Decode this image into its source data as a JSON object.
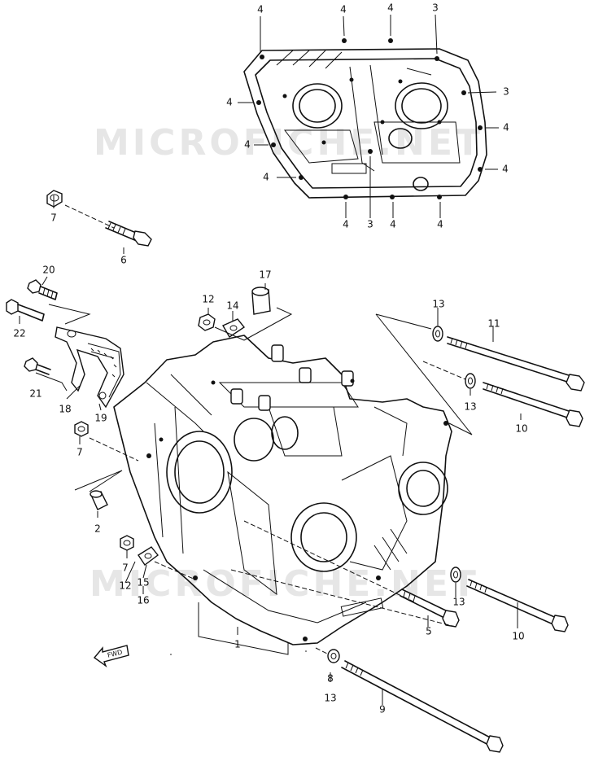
{
  "watermarks": [
    "MICROFICHE.NET",
    "MICROFICHE.NET"
  ],
  "forward_label": "FWD",
  "callouts": [
    {
      "id": "c-4-top-a",
      "text": "4"
    },
    {
      "id": "c-4-top-b",
      "text": "4"
    },
    {
      "id": "c-4-top-c",
      "text": "4"
    },
    {
      "id": "c-3-top",
      "text": "3"
    },
    {
      "id": "c-3-right",
      "text": "3"
    },
    {
      "id": "c-4-left-a",
      "text": "4"
    },
    {
      "id": "c-4-right-a",
      "text": "4"
    },
    {
      "id": "c-4-left-b",
      "text": "4"
    },
    {
      "id": "c-4-right-b",
      "text": "4"
    },
    {
      "id": "c-4-left-c",
      "text": "4"
    },
    {
      "id": "c-4-bot-a",
      "text": "4"
    },
    {
      "id": "c-3-bot",
      "text": "3"
    },
    {
      "id": "c-4-bot-b",
      "text": "4"
    },
    {
      "id": "c-4-bot-c",
      "text": "4"
    },
    {
      "id": "c-7-a",
      "text": "7"
    },
    {
      "id": "c-6",
      "text": "6"
    },
    {
      "id": "c-20",
      "text": "20"
    },
    {
      "id": "c-22",
      "text": "22"
    },
    {
      "id": "c-12-a",
      "text": "12"
    },
    {
      "id": "c-14",
      "text": "14"
    },
    {
      "id": "c-17",
      "text": "17"
    },
    {
      "id": "c-13-a",
      "text": "13"
    },
    {
      "id": "c-11",
      "text": "11"
    },
    {
      "id": "c-21",
      "text": "21"
    },
    {
      "id": "c-18",
      "text": "18"
    },
    {
      "id": "c-19",
      "text": "19"
    },
    {
      "id": "c-13-b",
      "text": "13"
    },
    {
      "id": "c-10-a",
      "text": "10"
    },
    {
      "id": "c-7-b",
      "text": "7"
    },
    {
      "id": "c-2",
      "text": "2"
    },
    {
      "id": "c-7-c",
      "text": "7"
    },
    {
      "id": "c-12-b",
      "text": "12"
    },
    {
      "id": "c-15",
      "text": "15"
    },
    {
      "id": "c-16",
      "text": "16"
    },
    {
      "id": "c-13-c",
      "text": "13"
    },
    {
      "id": "c-5",
      "text": "5"
    },
    {
      "id": "c-10-b",
      "text": "10"
    },
    {
      "id": "c-1",
      "text": "1"
    },
    {
      "id": "c-8",
      "text": "8"
    },
    {
      "id": "c-13-d",
      "text": "13"
    },
    {
      "id": "c-9",
      "text": "9"
    }
  ]
}
